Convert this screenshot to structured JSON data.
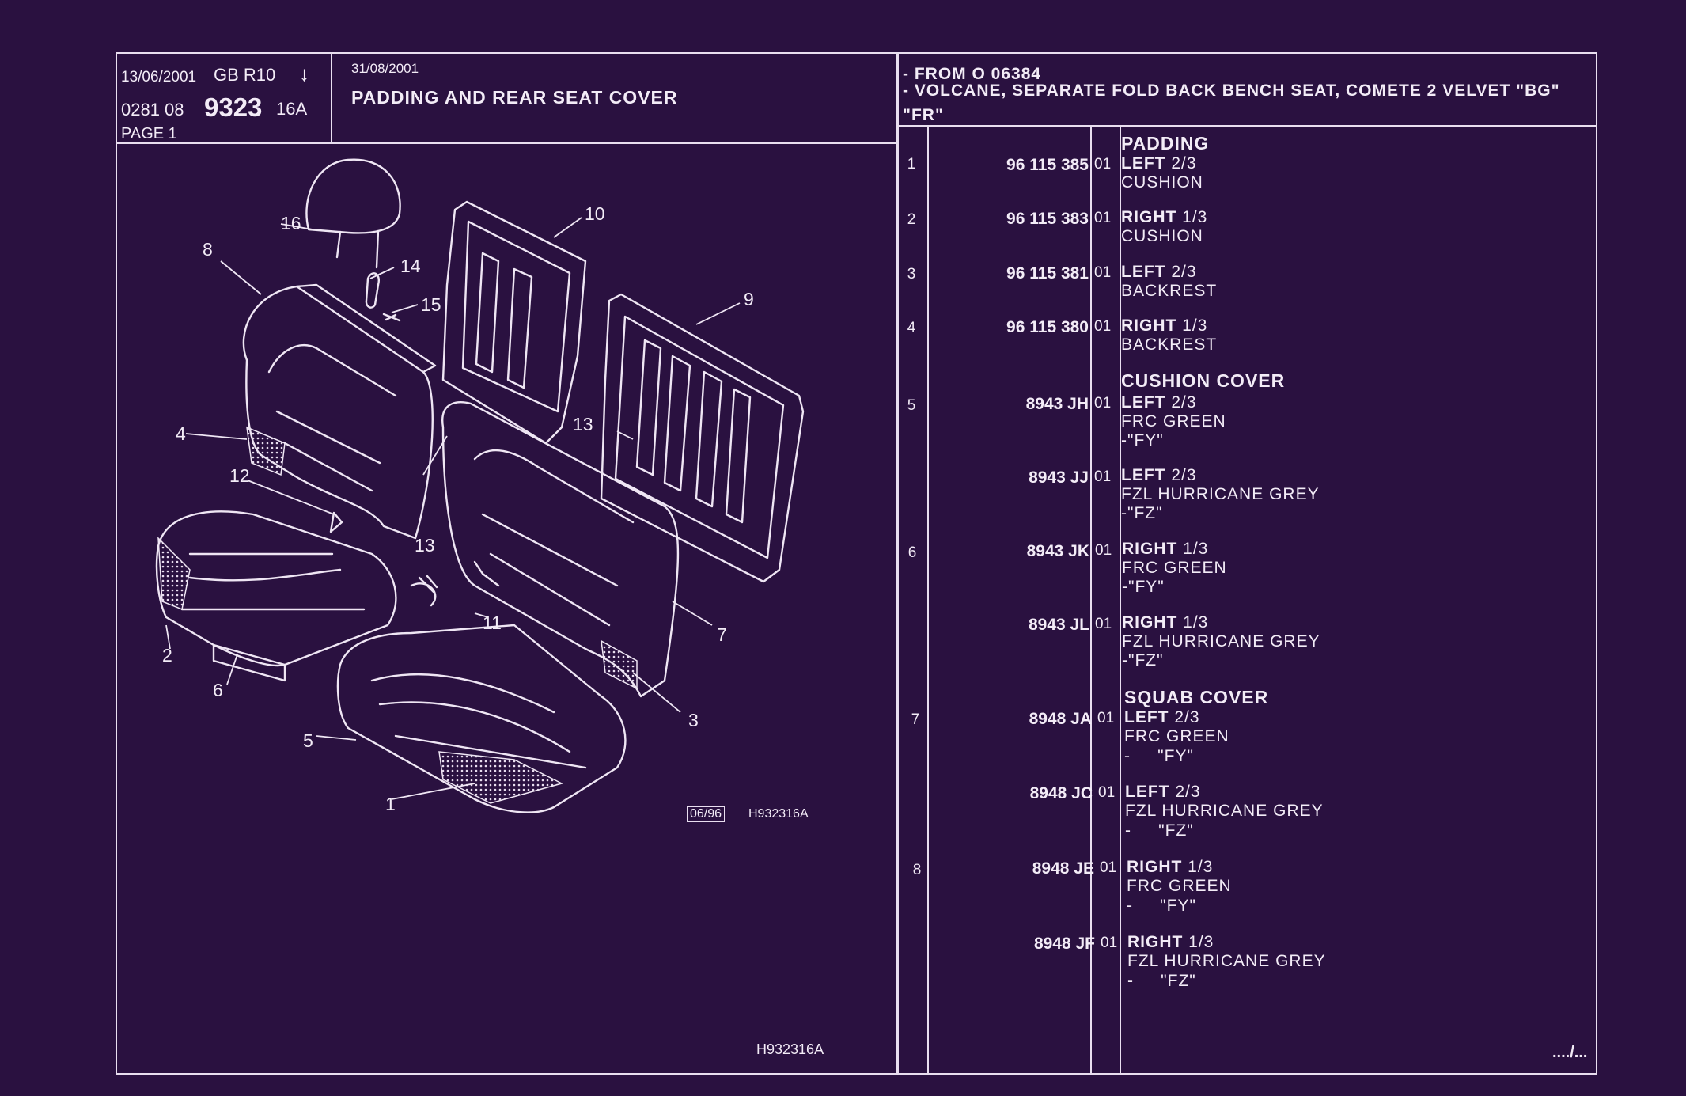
{
  "header": {
    "date1": "13/06/2001",
    "lang_rev": "GB  R10",
    "arrow": "↓",
    "code_prefix": "0281  08",
    "code_main": "9323",
    "code_suffix": "16A",
    "page": "PAGE  1",
    "date2": "31/08/2001",
    "title": "PADDING AND REAR SEAT COVER",
    "note_line1": "- FROM  O   06384",
    "note_line2": "- VOLCANE, SEPARATE FOLD BACK BENCH SEAT, COMETE 2 VELVET \"BG\"",
    "note_line3": "\"FR\""
  },
  "drawing": {
    "callouts": [
      "16",
      "8",
      "14",
      "15",
      "10",
      "9",
      "4",
      "12",
      "13",
      "13",
      "2",
      "6",
      "11",
      "7",
      "5",
      "3",
      "1"
    ],
    "stamp_date": "06/96",
    "stamp_ref": "H932316A",
    "footer_ref": "H932316A"
  },
  "sections": [
    {
      "title": "PADDING"
    },
    {
      "title": "CUSHION COVER"
    },
    {
      "title": "SQUAB COVER"
    }
  ],
  "rows": [
    {
      "num": "1",
      "ref": "96 115 385",
      "qty": "01",
      "l1": "LEFT",
      "frac": "2/3",
      "l2": "CUSHION",
      "l3": ""
    },
    {
      "num": "2",
      "ref": "96 115 383",
      "qty": "01",
      "l1": "RIGHT",
      "frac": "1/3",
      "l2": "CUSHION",
      "l3": ""
    },
    {
      "num": "3",
      "ref": "96 115 381",
      "qty": "01",
      "l1": "LEFT",
      "frac": "2/3",
      "l2": "BACKREST",
      "l3": ""
    },
    {
      "num": "4",
      "ref": "96 115 380",
      "qty": "01",
      "l1": "RIGHT",
      "frac": "1/3",
      "l2": "BACKREST",
      "l3": ""
    },
    {
      "num": "5",
      "ref": "8943 JH",
      "qty": "01",
      "l1": "LEFT",
      "frac": "2/3",
      "l2": "FRC GREEN",
      "l3": "-\"FY\""
    },
    {
      "num": "",
      "ref": "8943 JJ",
      "qty": "01",
      "l1": "LEFT",
      "frac": "2/3",
      "l2": "FZL HURRICANE GREY",
      "l3": "-\"FZ\""
    },
    {
      "num": "6",
      "ref": "8943 JK",
      "qty": "01",
      "l1": "RIGHT",
      "frac": "1/3",
      "l2": "FRC GREEN",
      "l3": "-\"FY\""
    },
    {
      "num": "",
      "ref": "8943 JL",
      "qty": "01",
      "l1": "RIGHT",
      "frac": "1/3",
      "l2": "FZL HURRICANE GREY",
      "l3": "-\"FZ\""
    },
    {
      "num": "7",
      "ref": "8948 JA",
      "qty": "01",
      "l1": "LEFT",
      "frac": "2/3",
      "l2": "FRC GREEN",
      "l3": "-     \"FY\""
    },
    {
      "num": "",
      "ref": "8948 JC",
      "qty": "01",
      "l1": "LEFT",
      "frac": "2/3",
      "l2": "FZL HURRICANE GREY",
      "l3": "-     \"FZ\""
    },
    {
      "num": "8",
      "ref": "8948 JE",
      "qty": "01",
      "l1": "RIGHT",
      "frac": "1/3",
      "l2": "FRC GREEN",
      "l3": "-     \"FY\""
    },
    {
      "num": "",
      "ref": "8948 JF",
      "qty": "01",
      "l1": "RIGHT",
      "frac": "1/3",
      "l2": "FZL HURRICANE GREY",
      "l3": "-     \"FZ\""
    }
  ],
  "continuation": "..../..."
}
